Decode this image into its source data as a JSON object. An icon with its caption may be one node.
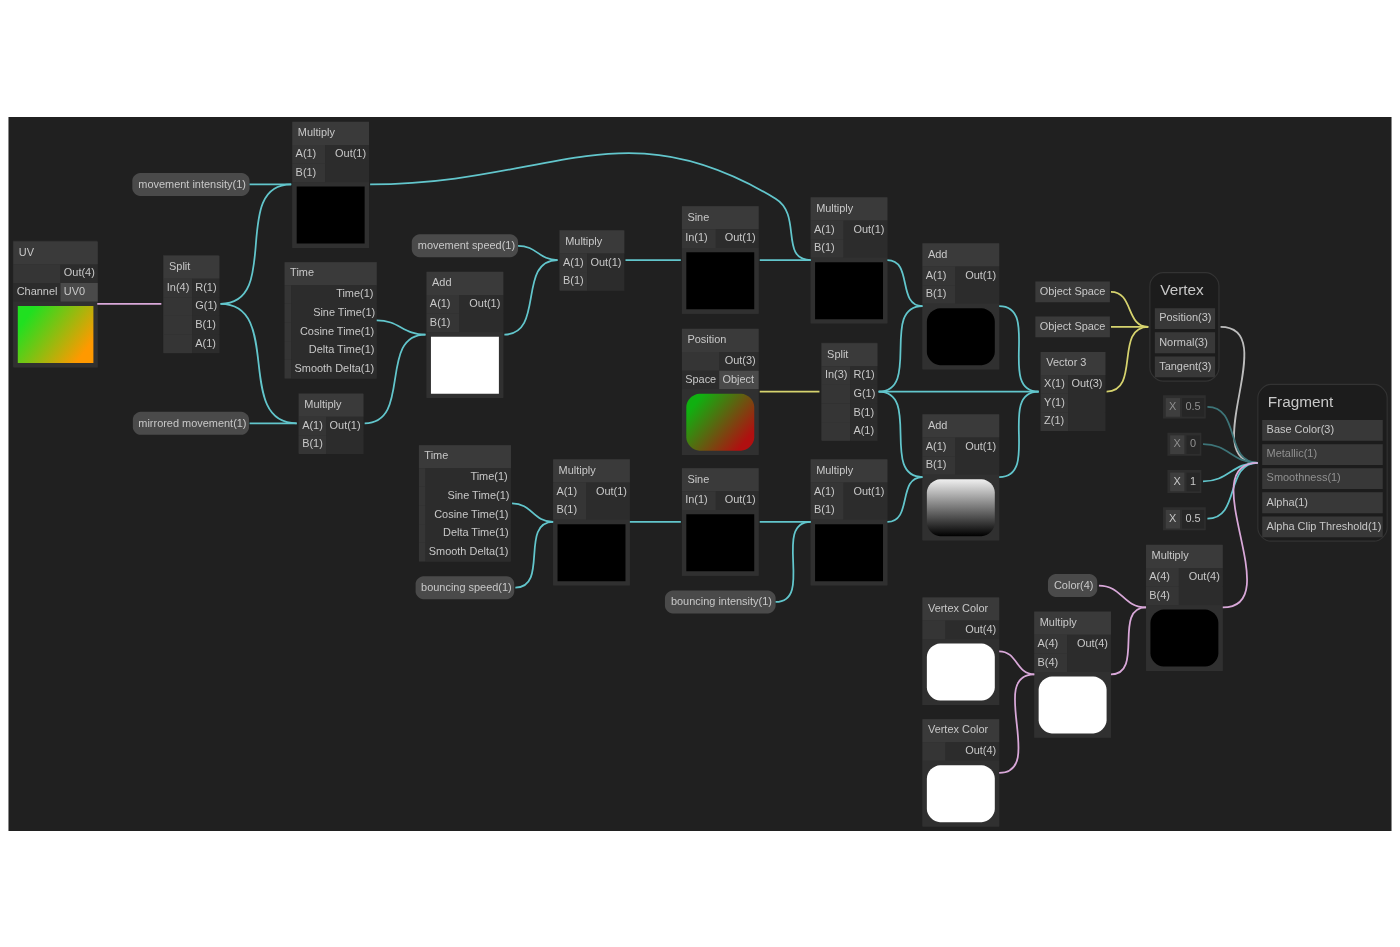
{
  "diagram": {
    "nodes": [
      {
        "text": [
          "Time",
          "Time(1)",
          "Sine Time(1)",
          "Cosine Time(1)",
          "Delta Time(1)",
          "Smooth Delta(1)"
        ]
      },
      {
        "text": [
          "Multiply",
          "A(1)",
          "B(1)",
          "Out(1)"
        ]
      },
      {
        "text": [
          "Sine",
          "In(1)",
          "Out(1)"
        ]
      },
      {
        "text": [
          "bouncing speed(1)"
        ]
      },
      {
        "text": [
          "Multiply",
          "A(1)",
          "B(1)",
          "Out(1)"
        ]
      },
      {
        "text": [
          "Add",
          "A(1)",
          "B(1)",
          "Out(1)"
        ]
      },
      {
        "text": [
          "bouncing intensity(1)"
        ]
      },
      {
        "text": [
          "Position",
          "Out(3)",
          "Space",
          "Object"
        ]
      },
      {
        "text": [
          "Split",
          "In(3)",
          "R(1)",
          "G(1)",
          "B(1)",
          "A(1)"
        ]
      },
      {
        "text": [
          "Vector 3",
          "X(1)",
          "Y(1)",
          "Z(1)",
          "Out(3)"
        ]
      },
      {
        "text": [
          "Time",
          "Time(1)",
          "Sine Time(1)",
          "Cosine Time(1)",
          "Delta Time(1)",
          "Smooth Delta(1)"
        ]
      },
      {
        "text": [
          "movement speed(1)"
        ]
      },
      {
        "text": [
          "Multiply",
          "A(1)",
          "B(1)",
          "Out(1)"
        ]
      },
      {
        "text": [
          "Sine",
          "In(1)",
          "Out(1)"
        ]
      },
      {
        "text": [
          "Add",
          "A(1)",
          "B(1)",
          "Out(1)"
        ]
      },
      {
        "text": [
          "Add",
          "A(1)",
          "B(1)",
          "Out(1)"
        ]
      },
      {
        "text": [
          "mirrored movement(1)"
        ]
      },
      {
        "text": [
          "Multiply",
          "A(1)",
          "B(1)",
          "Out(1)"
        ]
      },
      {
        "text": [
          "Multiply",
          "A(1)",
          "B(1)",
          "Out(1)"
        ]
      },
      {
        "text": [
          "Vertex",
          "Position(3)",
          "Normal(3)",
          "Tangent(3)"
        ]
      },
      {
        "text": [
          "Object Space"
        ]
      },
      {
        "text": [
          "Object Space"
        ]
      },
      {
        "text": [
          "UV",
          "Out(4)",
          "Channel",
          "UV0"
        ]
      },
      {
        "text": [
          "Split",
          "In(4)",
          "R(1)",
          "G(1)",
          "B(1)",
          "A(1)"
        ]
      },
      {
        "text": [
          "Multiply",
          "A(1)",
          "B(1)",
          "Out(1)"
        ]
      },
      {
        "text": [
          "movement intensity(1)"
        ]
      },
      {
        "text": [
          "Fragment",
          "Base Color(3)",
          "Metallic(1)",
          "Smoothness(1)",
          "Alpha(1)",
          "Alpha Clip Threshold(1)"
        ]
      },
      {
        "text": [
          "X",
          "0.5"
        ]
      },
      {
        "text": [
          "X",
          "0"
        ]
      },
      {
        "text": [
          "X",
          "1"
        ]
      },
      {
        "text": [
          "X",
          "0.5"
        ]
      },
      {
        "text": [
          "Vertex Color",
          "Out(4)"
        ]
      },
      {
        "text": [
          "Multiply",
          "A(4)",
          "B(4)",
          "Out(4)"
        ]
      },
      {
        "text": [
          "Multiply",
          "A(4)",
          "B(4)",
          "Out(4)"
        ]
      },
      {
        "text": [
          "Vertex Color",
          "Out(4)"
        ]
      },
      {
        "text": [
          "Color(4)"
        ]
      }
    ],
    "edges": [
      {
        "from": 0,
        "to": 1,
        "arrow": "none"
      },
      {
        "from": 3,
        "to": 1,
        "arrow": "none"
      },
      {
        "from": 1,
        "to": 2,
        "arrow": "none"
      },
      {
        "from": 2,
        "to": 4,
        "arrow": "none"
      },
      {
        "from": 6,
        "to": 4,
        "arrow": "none"
      },
      {
        "from": 4,
        "to": 5,
        "arrow": "none"
      },
      {
        "from": 8,
        "to": 5,
        "arrow": "none"
      },
      {
        "from": 5,
        "to": 9,
        "arrow": "none"
      },
      {
        "from": 7,
        "to": 8,
        "arrow": "none",
        "color": "#d6d36e"
      },
      {
        "from": 8,
        "to": 9,
        "arrow": "none"
      },
      {
        "from": 8,
        "to": 15,
        "arrow": "none"
      },
      {
        "from": 15,
        "to": 9,
        "arrow": "none"
      },
      {
        "from": 9,
        "to": 19,
        "arrow": "none",
        "color": "#d6d36e"
      },
      {
        "from": 20,
        "to": 19,
        "arrow": "none",
        "color": "#d6d36e"
      },
      {
        "from": 21,
        "to": 19,
        "arrow": "none",
        "color": "#d6d36e"
      },
      {
        "from": 19,
        "to": 26,
        "arrow": "none",
        "color": "#bdbdbd"
      },
      {
        "from": 10,
        "to": 14,
        "arrow": "none"
      },
      {
        "from": 16,
        "to": 17,
        "arrow": "none"
      },
      {
        "from": 23,
        "to": 17,
        "arrow": "none"
      },
      {
        "from": 17,
        "to": 14,
        "arrow": "none"
      },
      {
        "from": 14,
        "to": 12,
        "arrow": "none"
      },
      {
        "from": 11,
        "to": 12,
        "arrow": "none"
      },
      {
        "from": 12,
        "to": 13,
        "arrow": "none"
      },
      {
        "from": 13,
        "to": 18,
        "arrow": "none"
      },
      {
        "from": 22,
        "to": 23,
        "arrow": "none",
        "color": "#d9a8d9"
      },
      {
        "from": 23,
        "to": 24,
        "arrow": "none"
      },
      {
        "from": 25,
        "to": 24,
        "arrow": "none"
      },
      {
        "from": 24,
        "to": 18,
        "arrow": "none"
      },
      {
        "from": 18,
        "to": 15,
        "arrow": "none"
      },
      {
        "from": 31,
        "to": 32,
        "arrow": "none",
        "color": "#d9a8d9"
      },
      {
        "from": 34,
        "to": 32,
        "arrow": "none",
        "color": "#d9a8d9"
      },
      {
        "from": 32,
        "to": 33,
        "arrow": "none",
        "color": "#d9a8d9"
      },
      {
        "from": 35,
        "to": 33,
        "arrow": "none",
        "color": "#d9a8d9"
      },
      {
        "from": 33,
        "to": 26,
        "arrow": "none",
        "color": "#d9a8d9"
      },
      {
        "from": 27,
        "to": 26,
        "arrow": "none",
        "color": "#3d7478"
      },
      {
        "from": 28,
        "to": 26,
        "arrow": "none",
        "color": "#3d7478"
      },
      {
        "from": 29,
        "to": 26,
        "arrow": "none"
      },
      {
        "from": 30,
        "to": 26,
        "arrow": "none"
      }
    ]
  }
}
